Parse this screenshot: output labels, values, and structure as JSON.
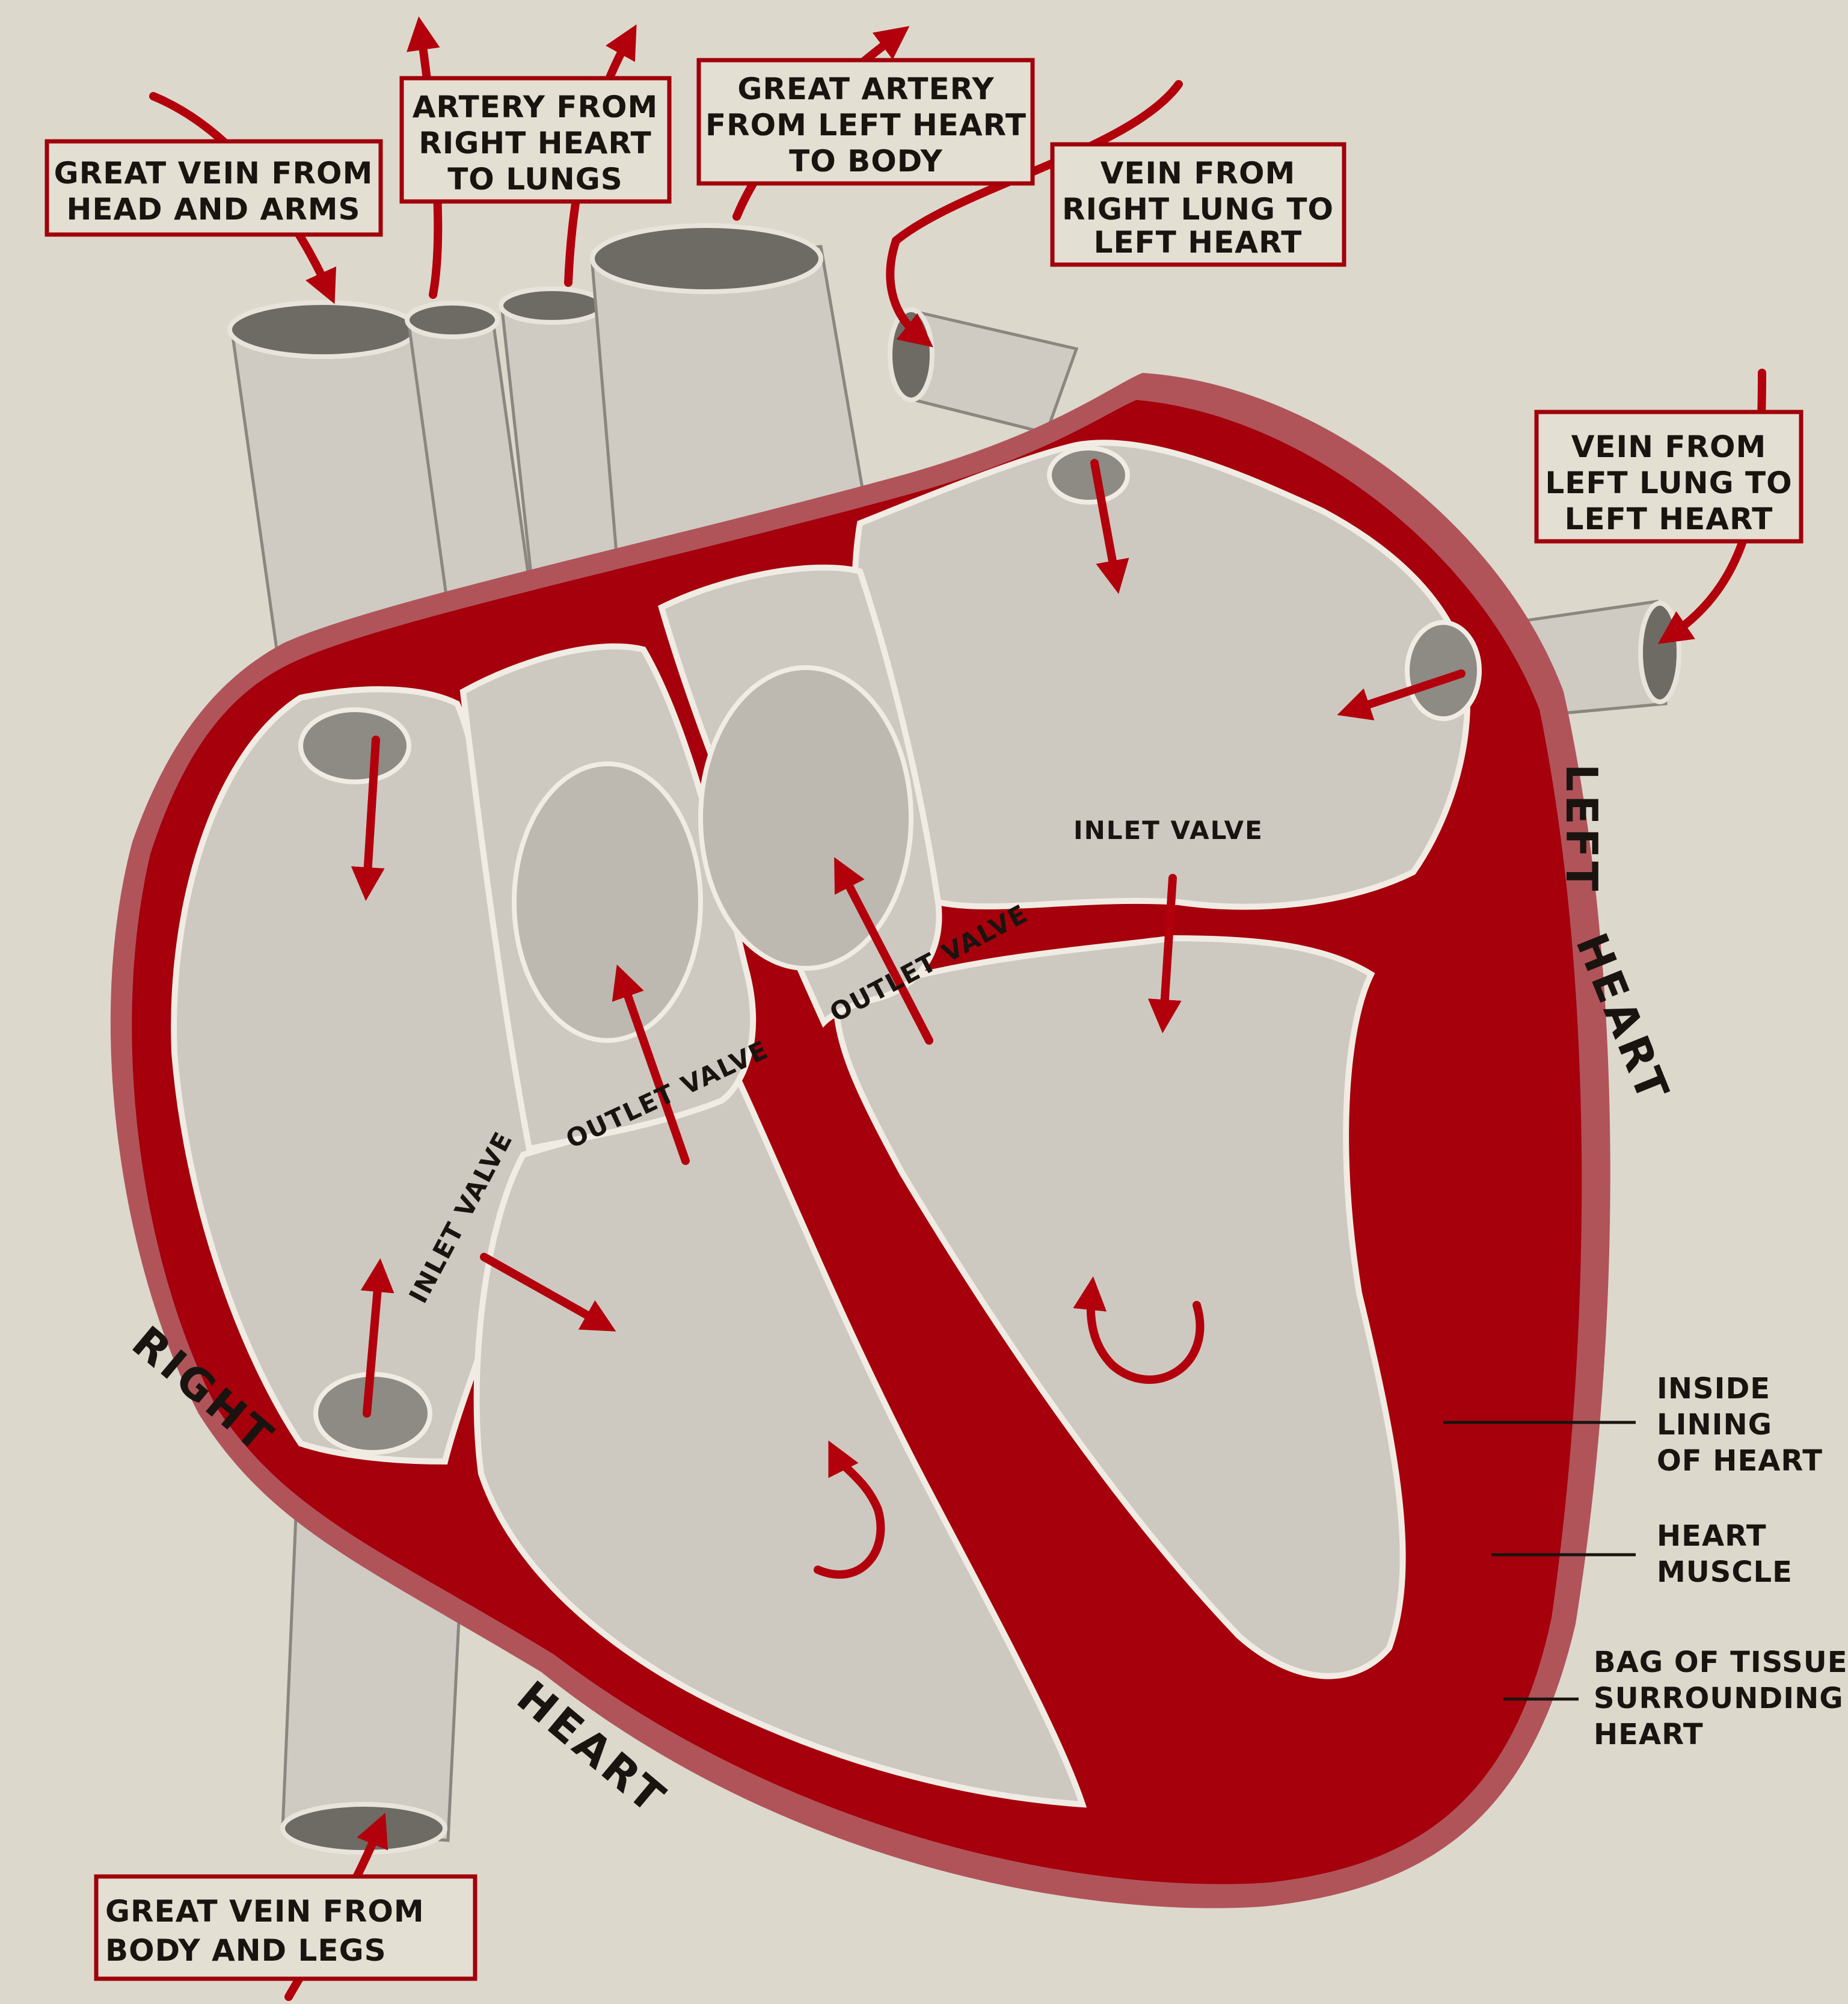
{
  "colors": {
    "background": "#ddd8cc",
    "heart_muscle": "#a5000b",
    "arrow": "#b2000c",
    "box_border": "#a0000a",
    "chamber": "#cdc9c1",
    "text": "#1a1410"
  },
  "labels": {
    "great_vein_head_arms": [
      "GREAT VEIN FROM",
      "HEAD AND ARMS"
    ],
    "artery_right_to_lungs": [
      "ARTERY FROM",
      "RIGHT HEART",
      "TO LUNGS"
    ],
    "great_artery_left_to_body": [
      "GREAT ARTERY",
      "FROM LEFT HEART",
      "TO BODY"
    ],
    "vein_right_lung": [
      "VEIN FROM",
      "RIGHT LUNG TO",
      "LEFT HEART"
    ],
    "vein_left_lung": [
      "VEIN FROM",
      "LEFT LUNG TO",
      "LEFT HEART"
    ],
    "great_vein_body_legs": [
      "GREAT VEIN FROM",
      "BODY AND LEGS"
    ],
    "inside_lining": [
      "INSIDE",
      "LINING",
      "OF HEART"
    ],
    "heart_muscle": [
      "HEART",
      "MUSCLE"
    ],
    "bag_of_tissue": [
      "BAG OF TISSUE",
      "SURROUNDING",
      "HEART"
    ],
    "right": "RIGHT",
    "heart_right": "HEART",
    "left": "LEFT",
    "heart_left": "HEART",
    "inlet_valve_left": "INLET VALVE",
    "inlet_valve_right": "INLET VALVE",
    "outlet_valve_right": "OUTLET VALVE",
    "outlet_valve_left": "OUTLET VALVE"
  }
}
